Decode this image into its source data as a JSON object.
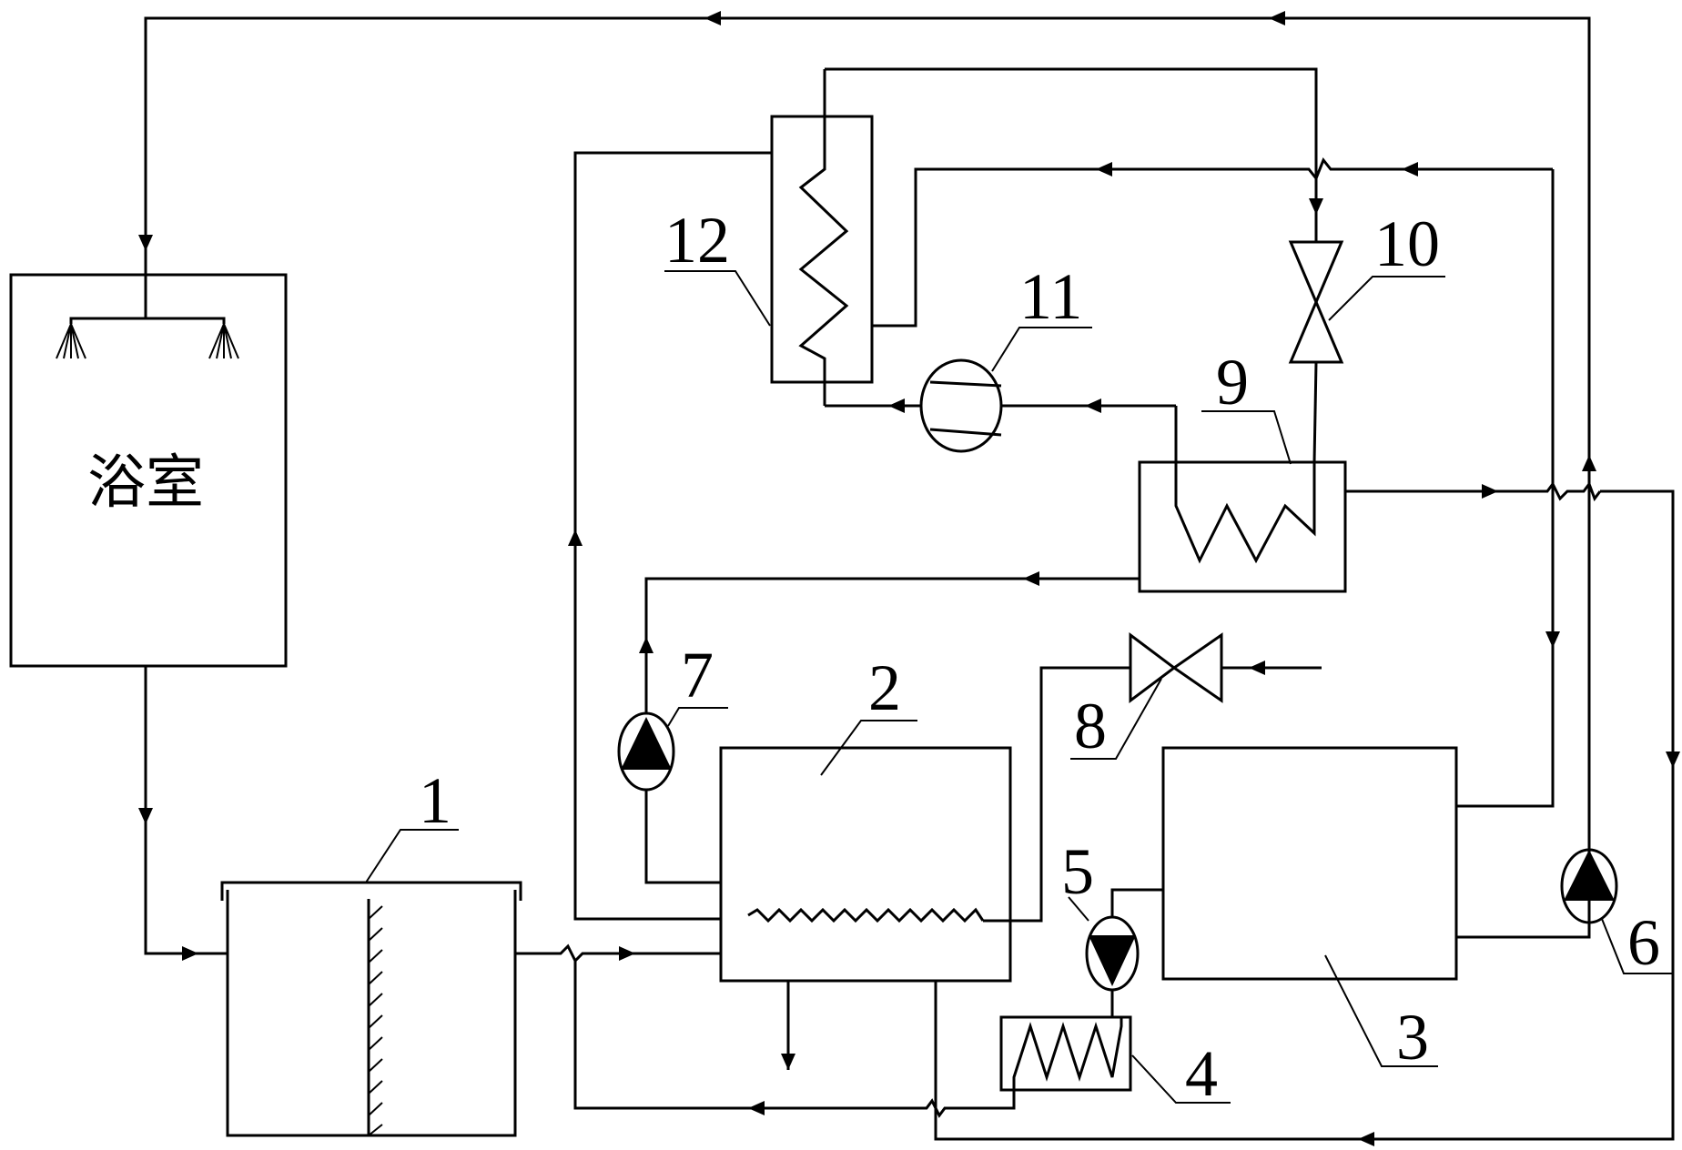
{
  "room_label": "浴室",
  "labels": {
    "c1": "1",
    "c2": "2",
    "c3": "3",
    "c4": "4",
    "c5": "5",
    "c6": "6",
    "c7": "7",
    "c8": "8",
    "c9": "9",
    "c10": "10",
    "c11": "11",
    "c12": "12"
  }
}
